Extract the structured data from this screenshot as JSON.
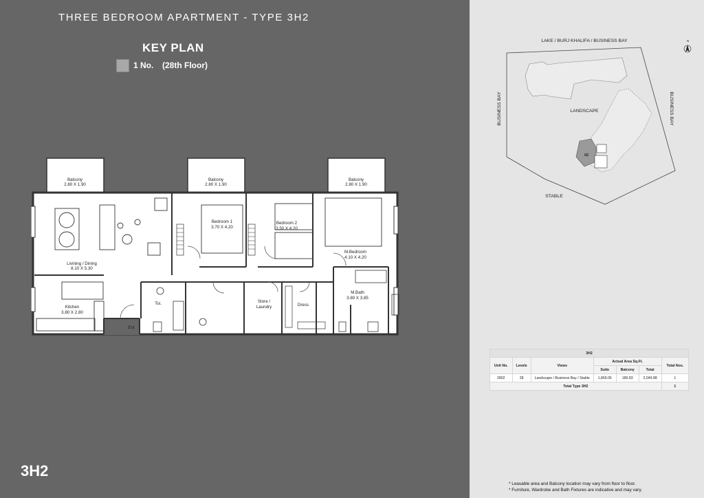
{
  "header": {
    "title": "THREE BEDROOM APARTMENT - TYPE 3H2",
    "key_plan_title": "KEY PLAN",
    "legend_count": "1 No.",
    "legend_floor": "(28th Floor)"
  },
  "unit_code": "3H2",
  "rooms": {
    "balcony_1": {
      "name": "Balcony",
      "dim": "2.80 X 1.90"
    },
    "balcony_2": {
      "name": "Balcony",
      "dim": "2.80 X 1.90"
    },
    "balcony_3": {
      "name": "Balcony",
      "dim": "2.80 X 1.90"
    },
    "living": {
      "name": "Livining / Dining",
      "dim": "8.10 X 5.30"
    },
    "kitchen": {
      "name": "Kitchen",
      "dim": "3.80 X 2.80"
    },
    "bedroom1": {
      "name": "Bedroom 1",
      "dim": "3.70 X 4.20"
    },
    "bedroom2": {
      "name": "Bedroom 2",
      "dim": "3.50 X 4.20"
    },
    "mbedroom": {
      "name": "M.Bedroom",
      "dim": "4.10 X 4.20"
    },
    "mbath": {
      "name": "M.Bath",
      "dim": "3.80 X 3.85"
    },
    "toilet": {
      "name": "Toi."
    },
    "store_1": "Store /",
    "store_2": "Laundry",
    "dress": "Dress",
    "entrance": "Ent"
  },
  "site_plan": {
    "top_label": "LAKE / BURJ KHALIFA / BUSINESS BAY",
    "left_label": "BUSINESS BAY",
    "right_label": "BUSINESS BAY",
    "center_label": "LANDSCAPE",
    "bottom_label": "STABLE",
    "unit_marker": "02",
    "north": "N",
    "highlight_color": "#9a9a9a"
  },
  "area_table": {
    "type_heading": "3H2",
    "headers": {
      "unit_no": "Unit No.",
      "levels": "Levels",
      "views": "Views",
      "actual_area": "Actual Area Sq.Ft.",
      "suite": "Suite",
      "balcony": "Balcony",
      "total": "Total",
      "total_nos": "Total Nos."
    },
    "rows": [
      {
        "unit_no": "2802",
        "levels": "28",
        "views": "Landscape / Business Bay / Stable",
        "suite": "1,869.05",
        "balcony": "180.83",
        "total": "2,049.88",
        "total_nos": "1"
      }
    ],
    "total_label": "Total Type 3H2",
    "total_value": "1"
  },
  "notes": [
    "* Leasable area and Balcony location may vary from floor to floor.",
    "* Furniture, Wardrobe and Bath Fixtures are indicative and may vary."
  ],
  "colors": {
    "left_panel": "#666666",
    "right_panel": "#e5e5e5",
    "plan_fill": "#ffffff"
  }
}
